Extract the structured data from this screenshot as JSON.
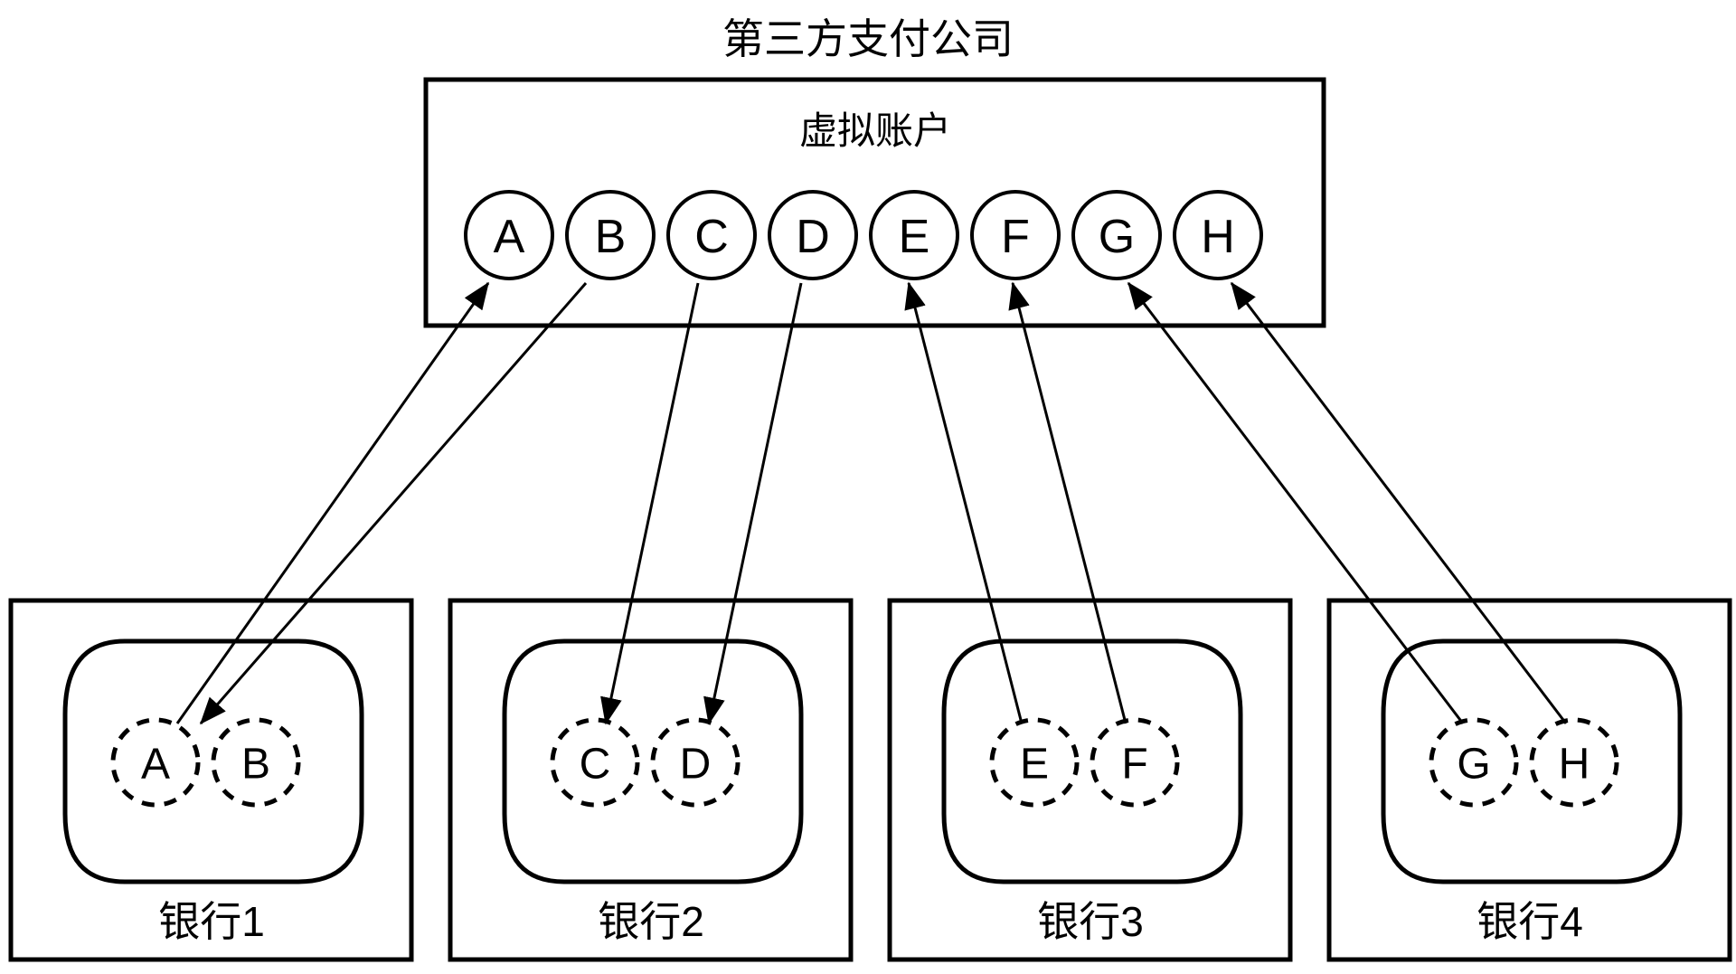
{
  "diagram": {
    "title": "第三方支付公司",
    "virtual_account_box": {
      "label": "虚拟账户",
      "accounts": [
        {
          "id": "A",
          "label": "A"
        },
        {
          "id": "B",
          "label": "B"
        },
        {
          "id": "C",
          "label": "C"
        },
        {
          "id": "D",
          "label": "D"
        },
        {
          "id": "E",
          "label": "E"
        },
        {
          "id": "F",
          "label": "F"
        },
        {
          "id": "G",
          "label": "G"
        },
        {
          "id": "H",
          "label": "H"
        }
      ]
    },
    "banks": [
      {
        "label": "银行1",
        "accounts": [
          {
            "label": "A"
          },
          {
            "label": "B"
          }
        ]
      },
      {
        "label": "银行2",
        "accounts": [
          {
            "label": "C"
          },
          {
            "label": "D"
          }
        ]
      },
      {
        "label": "银行3",
        "accounts": [
          {
            "label": "E"
          },
          {
            "label": "F"
          }
        ]
      },
      {
        "label": "银行4",
        "accounts": [
          {
            "label": "G"
          },
          {
            "label": "H"
          }
        ]
      }
    ],
    "connections": [
      {
        "from": "bank-account-A",
        "to": "virtual-account-A"
      },
      {
        "from": "bank-account-B",
        "to": "virtual-account-B"
      },
      {
        "from": "bank-account-C",
        "to": "virtual-account-C"
      },
      {
        "from": "bank-account-D",
        "to": "virtual-account-D"
      },
      {
        "from": "bank-account-E",
        "to": "virtual-account-E"
      },
      {
        "from": "bank-account-F",
        "to": "virtual-account-F"
      },
      {
        "from": "bank-account-G",
        "to": "virtual-account-G"
      },
      {
        "from": "bank-account-H",
        "to": "virtual-account-H"
      }
    ],
    "colors": {
      "stroke": "#000000",
      "background": "#ffffff"
    }
  }
}
